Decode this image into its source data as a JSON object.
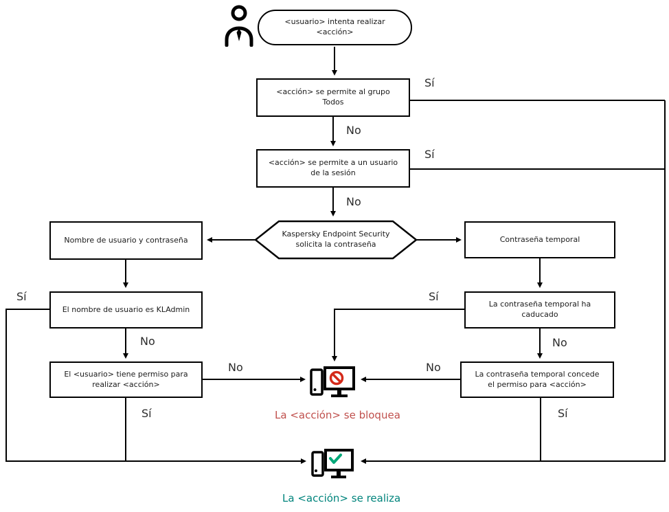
{
  "diagram": {
    "start": "<usuario> intenta realizar <acción>",
    "allow_group": "<acción> se permite al grupo Todos",
    "allow_session": "<acción> se permite a un usuario de la sesión",
    "prompt": "Kaspersky Endpoint Security solicita la contraseña",
    "userpass": "Nombre de usuario y contraseña",
    "kladmin": "El nombre de usuario es KLAdmin",
    "user_permission": "El <usuario> tiene permiso para realizar <acción>",
    "temp_password": "Contraseña temporal",
    "temp_expired": "La contraseña temporal ha caducado",
    "temp_grants": "La contraseña temporal concede el permiso para <acción>",
    "blocked_result": "La <acción> se bloquea",
    "success_result": "La <acción> se realiza"
  },
  "labels": {
    "yes": "Sí",
    "no": "No"
  },
  "icons": {
    "person": "person-icon",
    "blocked_computer": "computer-blocked-icon",
    "prohibition": "prohibition-icon",
    "success_computer": "computer-success-icon",
    "checkmark": "checkmark-icon"
  },
  "colors": {
    "line": "#000000",
    "box_border": "#000000",
    "text": "#1a1a1a",
    "blocked_text": "#c0504d",
    "prohibition_red": "#d42a1a",
    "success_text": "#00847c",
    "checkmark_teal": "#00a878"
  }
}
